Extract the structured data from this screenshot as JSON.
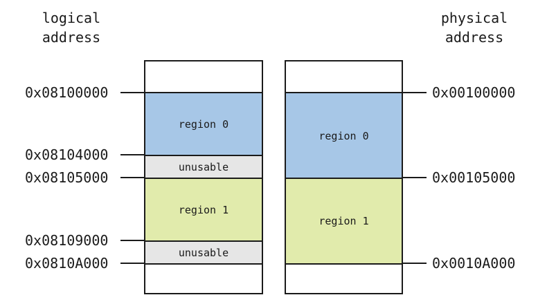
{
  "diagram": {
    "title_left": "logical\naddress",
    "title_right": "physical\naddress",
    "colors": {
      "region0": "#a7c7e7",
      "region1": "#e1ebac",
      "unusable": "#e6e6e6",
      "line": "#1a1a1a"
    },
    "logical": {
      "addresses": [
        "0x08100000",
        "0x08104000",
        "0x08105000",
        "0x08109000",
        "0x0810A000"
      ],
      "blocks": [
        {
          "label": "region 0",
          "kind": "region0"
        },
        {
          "label": "unusable",
          "kind": "unusable"
        },
        {
          "label": "region 1",
          "kind": "region1"
        },
        {
          "label": "unusable",
          "kind": "unusable"
        }
      ]
    },
    "physical": {
      "addresses": [
        "0x00100000",
        "0x00105000",
        "0x0010A000"
      ],
      "blocks": [
        {
          "label": "region 0",
          "kind": "region0"
        },
        {
          "label": "region 1",
          "kind": "region1"
        }
      ]
    }
  }
}
